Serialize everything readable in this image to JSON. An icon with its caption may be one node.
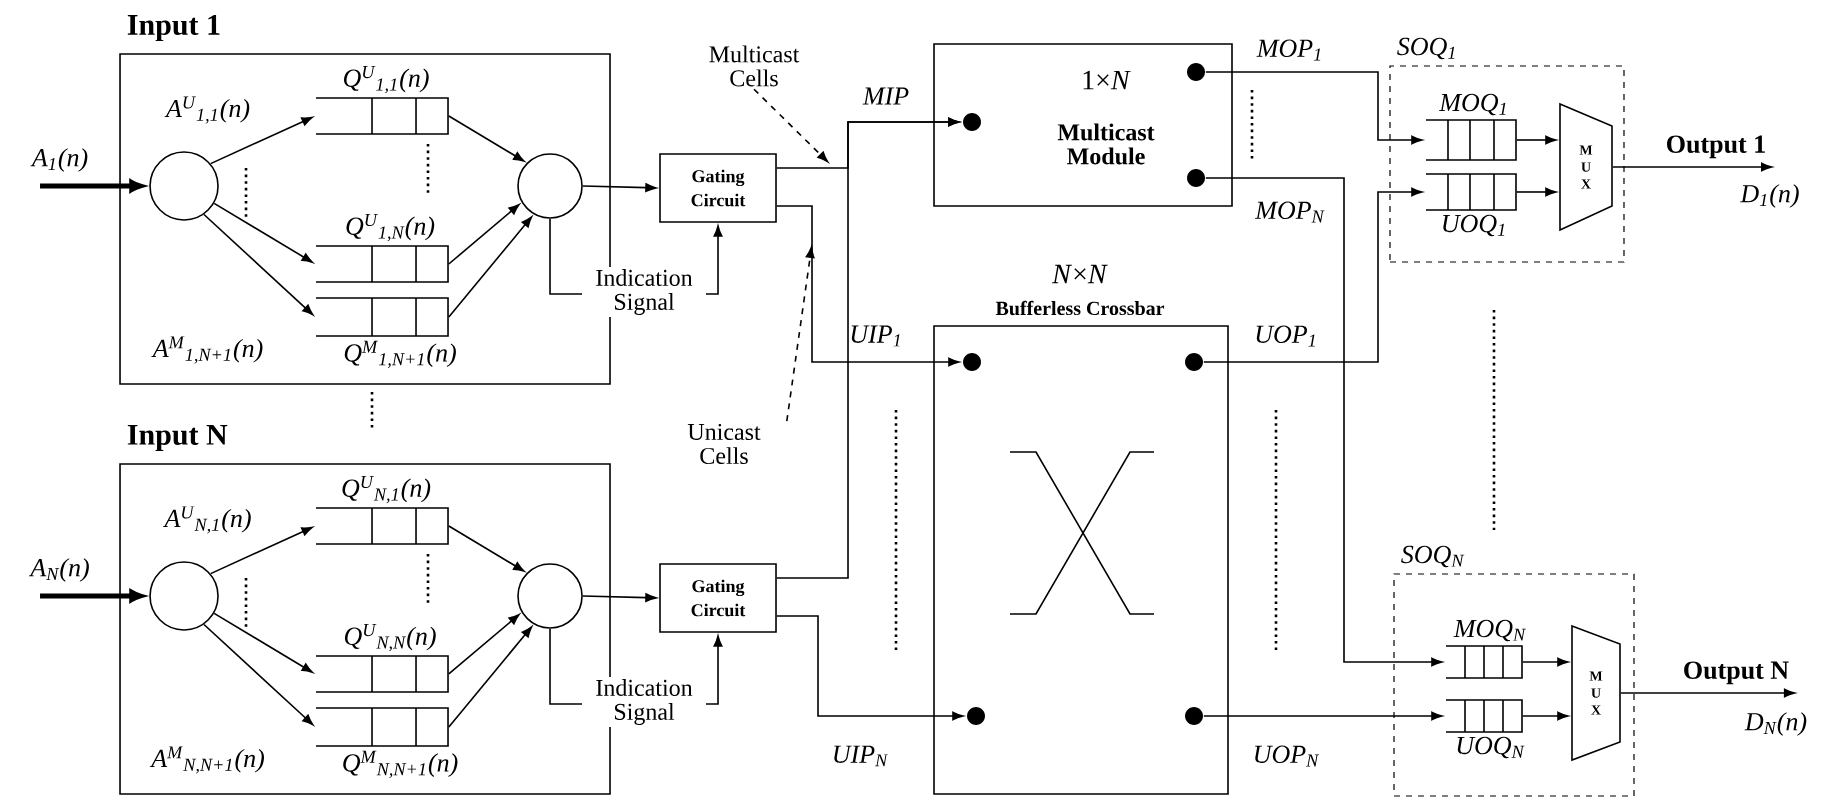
{
  "diagram": {
    "nodes": [
      {
        "text": [
          "Input 1"
        ]
      },
      {
        "text": [],
        "shape": "circle",
        "in": 0
      },
      {
        "text": [
          "Q$^{U}$$_{1,1}$(n)"
        ],
        "in": 0
      },
      {
        "text": [
          "Q$^{U}$$_{1,N}$(n)"
        ],
        "in": 0
      },
      {
        "text": [
          "Q$^{M}$$_{1,N+1}$(n)"
        ],
        "in": 0
      },
      {
        "text": [],
        "shape": "circle",
        "in": 0
      },
      {
        "text": [
          "Gating Circuit"
        ]
      },
      {
        "text": [
          "Multicast Cells"
        ]
      },
      {
        "text": [
          "Unicast Cells"
        ]
      },
      {
        "text": [
          "Input N"
        ]
      },
      {
        "text": [],
        "shape": "circle",
        "in": 9
      },
      {
        "text": [
          "Q$^{U}$$_{N,1}$(n)"
        ],
        "in": 9
      },
      {
        "text": [
          "Q$^{U}$$_{N,N}$(n)"
        ],
        "in": 9
      },
      {
        "text": [
          "Q$^{M}$$_{N,N+1}$(n)"
        ],
        "in": 9
      },
      {
        "text": [],
        "shape": "circle",
        "in": 9
      },
      {
        "text": [
          "Gating Circuit"
        ]
      },
      {
        "text": [
          "1×*N*",
          "Multicast Module"
        ]
      },
      {
        "text": [],
        "shape": "circle",
        "in": 16,
        "beside": [
          "MIP"
        ]
      },
      {
        "text": [],
        "shape": "circle",
        "in": 16,
        "beside": [
          "MOP$_{1}$"
        ]
      },
      {
        "text": [],
        "shape": "circle",
        "in": 16,
        "beside": [
          "MOP$_{N}$"
        ]
      },
      {
        "text": [
          "*N*×*N*",
          "Bufferless Crossbar"
        ]
      },
      {
        "text": [],
        "shape": "circle",
        "in": 20,
        "beside": [
          "UIP$_{1}$"
        ]
      },
      {
        "text": [],
        "shape": "circle",
        "in": 20,
        "beside": [
          "UIP$_{N}$"
        ]
      },
      {
        "text": [],
        "shape": "circle",
        "in": 20,
        "beside": [
          "UOP$_{1}$"
        ]
      },
      {
        "text": [],
        "shape": "circle",
        "in": 20,
        "beside": [
          "UOP$_{N}$"
        ]
      },
      {
        "text": [
          "SOQ$_{1}$"
        ]
      },
      {
        "text": [
          "MOQ$_{1}$"
        ],
        "in": 25
      },
      {
        "text": [
          "UOQ$_{1}$"
        ],
        "in": 25
      },
      {
        "text": [
          "M U X"
        ],
        "in": 25
      },
      {
        "text": [
          "SOQ$_{N}$"
        ]
      },
      {
        "text": [
          "MOQ$_{N}$"
        ],
        "in": 29
      },
      {
        "text": [
          "UOQ$_{N}$"
        ],
        "in": 29
      },
      {
        "text": [
          "M U X"
        ],
        "in": 29
      },
      {
        "text": [
          "Output 1"
        ]
      },
      {
        "text": [
          "Output N"
        ]
      }
    ],
    "edges": [
      {
        "from": null,
        "to": 1,
        "arrow": "to",
        "label": "A$_{1}$(n)",
        "style": "thick"
      },
      {
        "from": 1,
        "to": 2,
        "arrow": "to",
        "label": "A$^{U}$$_{1,1}$(n)"
      },
      {
        "from": 1,
        "to": 3,
        "arrow": "to"
      },
      {
        "from": 1,
        "to": 4,
        "arrow": "to",
        "label": "A$^{M}$$_{1,N+1}$(n)"
      },
      {
        "from": 2,
        "to": 5,
        "arrow": "to"
      },
      {
        "from": 3,
        "to": 5,
        "arrow": "to"
      },
      {
        "from": 4,
        "to": 5,
        "arrow": "to"
      },
      {
        "from": 5,
        "to": 6,
        "arrow": "to"
      },
      {
        "from": 5,
        "to": 6,
        "arrow": "to",
        "label": "Indication Signal"
      },
      {
        "from": null,
        "to": 10,
        "arrow": "to",
        "label": "A$_{N}$(n)",
        "style": "thick"
      },
      {
        "from": 10,
        "to": 11,
        "arrow": "to",
        "label": "A$^{U}$$_{N,1}$(n)"
      },
      {
        "from": 10,
        "to": 12,
        "arrow": "to"
      },
      {
        "from": 10,
        "to": 13,
        "arrow": "to",
        "label": "A$^{M}$$_{N,N+1}$(n)"
      },
      {
        "from": 11,
        "to": 14,
        "arrow": "to"
      },
      {
        "from": 12,
        "to": 14,
        "arrow": "to"
      },
      {
        "from": 13,
        "to": 14,
        "arrow": "to"
      },
      {
        "from": 14,
        "to": 15,
        "arrow": "to"
      },
      {
        "from": 14,
        "to": 15,
        "arrow": "to",
        "label": "Indication Signal"
      },
      {
        "from": 6,
        "to": 17,
        "arrow": "to"
      },
      {
        "from": 15,
        "to": 17,
        "arrow": "to"
      },
      {
        "from": 6,
        "to": 21,
        "arrow": "to"
      },
      {
        "from": 15,
        "to": 22,
        "arrow": "to"
      },
      {
        "from": 18,
        "to": 26,
        "arrow": "to"
      },
      {
        "from": 23,
        "to": 27,
        "arrow": "to"
      },
      {
        "from": 19,
        "to": 30,
        "arrow": "to"
      },
      {
        "from": 24,
        "to": 31,
        "arrow": "to"
      },
      {
        "from": 26,
        "to": 28,
        "arrow": "to"
      },
      {
        "from": 27,
        "to": 28,
        "arrow": "to"
      },
      {
        "from": 28,
        "to": 33,
        "arrow": "to",
        "label": "D$_{1}$(n)"
      },
      {
        "from": 30,
        "to": 32,
        "arrow": "to"
      },
      {
        "from": 31,
        "to": 32,
        "arrow": "to"
      },
      {
        "from": 32,
        "to": 34,
        "arrow": "to",
        "label": "D$_{N}$(n)"
      },
      {
        "from": 7,
        "to": null,
        "arrow": "to",
        "style": "dashed"
      },
      {
        "from": 8,
        "to": null,
        "arrow": "to",
        "style": "dashed"
      }
    ]
  }
}
